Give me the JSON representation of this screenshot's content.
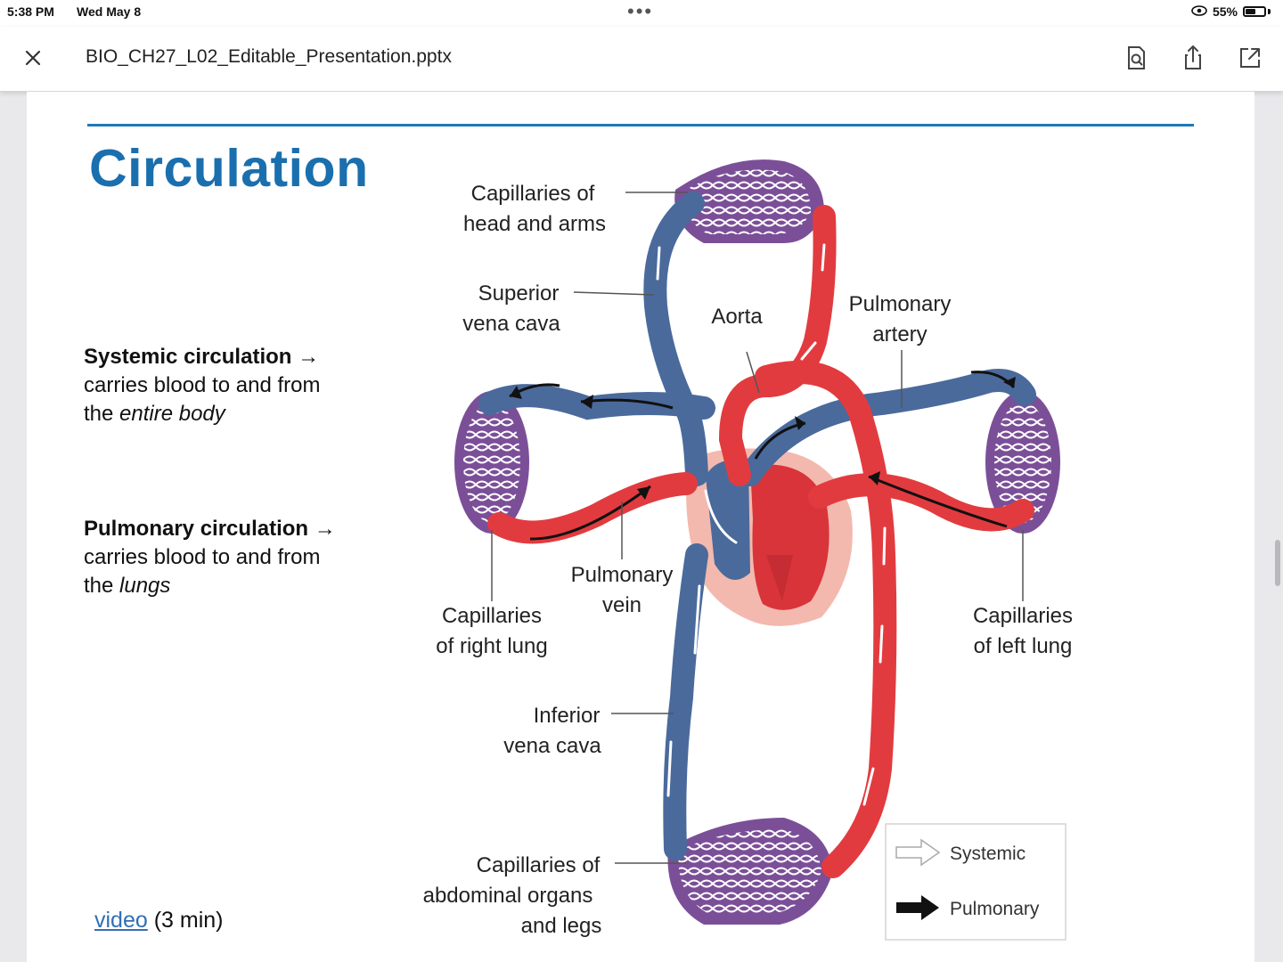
{
  "status_bar": {
    "time": "5:38 PM",
    "date": "Wed May 8",
    "multitask_dots": "•••",
    "battery_percent": "55%",
    "battery_level": 0.55
  },
  "toolbar": {
    "document_title": "BIO_CH27_L02_Editable_Presentation.pptx",
    "icons": [
      "close-icon",
      "search-document-icon",
      "share-icon",
      "open-external-icon"
    ]
  },
  "slide": {
    "title": "Circulation",
    "systemic": {
      "heading": "Systemic circulation →",
      "line1": "carries blood to and from",
      "line2_prefix": "the ",
      "line2_emphasis": "entire body"
    },
    "pulmonary": {
      "heading": "Pulmonary circulation →",
      "line1": "carries blood to and from",
      "line2_prefix": "the ",
      "line2_emphasis": "lungs"
    },
    "video": {
      "link_text": "video",
      "suffix": " (3 min)"
    },
    "colors": {
      "title": "#1a6fae",
      "rule": "#1f7ab6",
      "oxygenated": "#e23b3f",
      "deoxygenated": "#4a6a9c",
      "capillary": "#8f4fa0"
    }
  },
  "diagram": {
    "labels": {
      "cap_head_1": "Capillaries of",
      "cap_head_2": "head and arms",
      "svc_1": "Superior",
      "svc_2": "vena cava",
      "aorta": "Aorta",
      "pa_1": "Pulmonary",
      "pa_2": "artery",
      "pv_1": "Pulmonary",
      "pv_2": "vein",
      "cap_rl_1": "Capillaries",
      "cap_rl_2": "of right lung",
      "cap_ll_1": "Capillaries",
      "cap_ll_2": "of left lung",
      "ivc_1": "Inferior",
      "ivc_2": "vena cava",
      "cap_abd_1": "Capillaries of",
      "cap_abd_2": "abdominal organs",
      "cap_abd_3": "and legs"
    },
    "legend": {
      "systemic": "Systemic",
      "pulmonary": "Pulmonary"
    }
  }
}
